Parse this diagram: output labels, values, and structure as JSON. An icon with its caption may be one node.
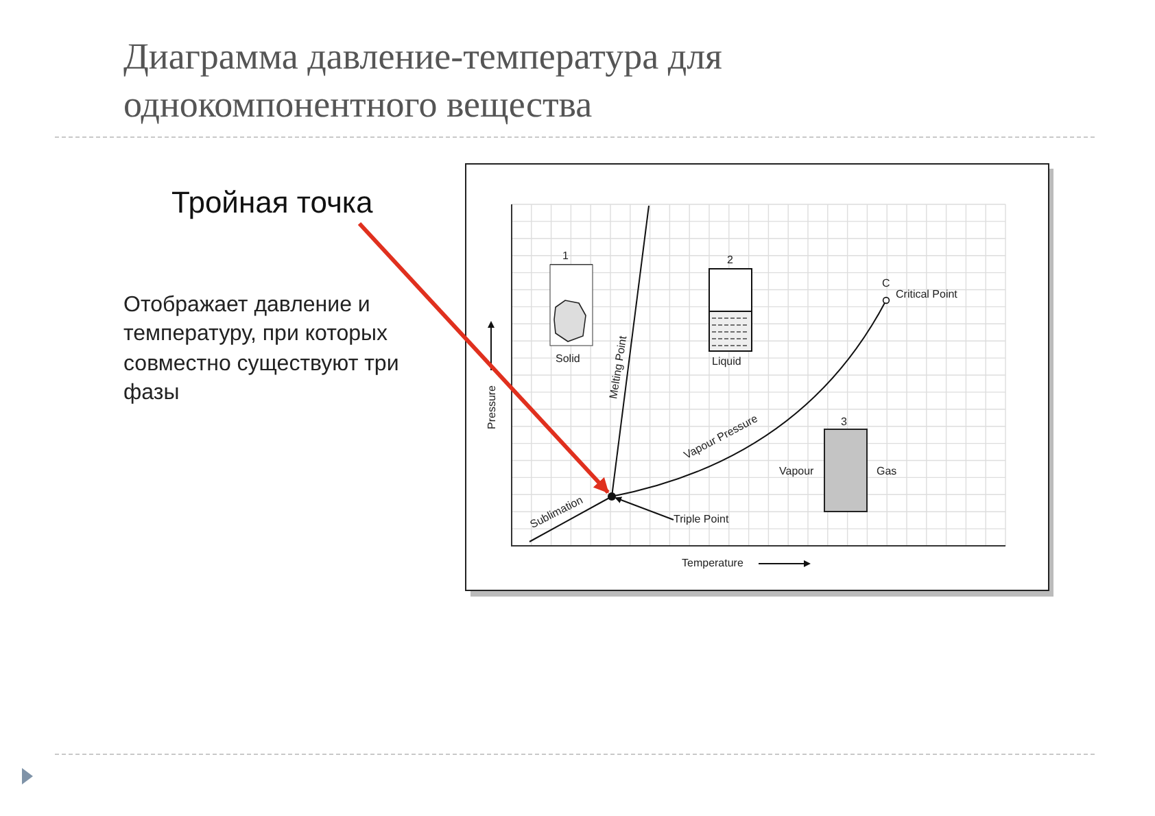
{
  "diagram": {
    "title": "Диаграмма давление-температура для однокомпонентного вещества",
    "nodes": [
      {
        "text": [
          "Тройная точка"
        ]
      },
      {
        "text": [],
        "shape": "circle"
      },
      {
        "text": [
          "Triple Point"
        ]
      }
    ],
    "edges": [
      {
        "from": 0,
        "to": 1,
        "arrow": "to",
        "style": "thick",
        "color": "#e0301e"
      },
      {
        "from": 2,
        "to": 1,
        "arrow": "to",
        "color": "#111111"
      }
    ],
    "labels": [
      "Отображает давление и температуру, при которых совместно существуют три фазы",
      "1",
      "2",
      "C",
      "Critical Point",
      "Solid",
      "Liquid",
      "Melting Point",
      "Pressure",
      "Vapour Pressure",
      "3",
      "Vapour",
      "Gas",
      "Sublimation",
      "Temperature"
    ]
  }
}
